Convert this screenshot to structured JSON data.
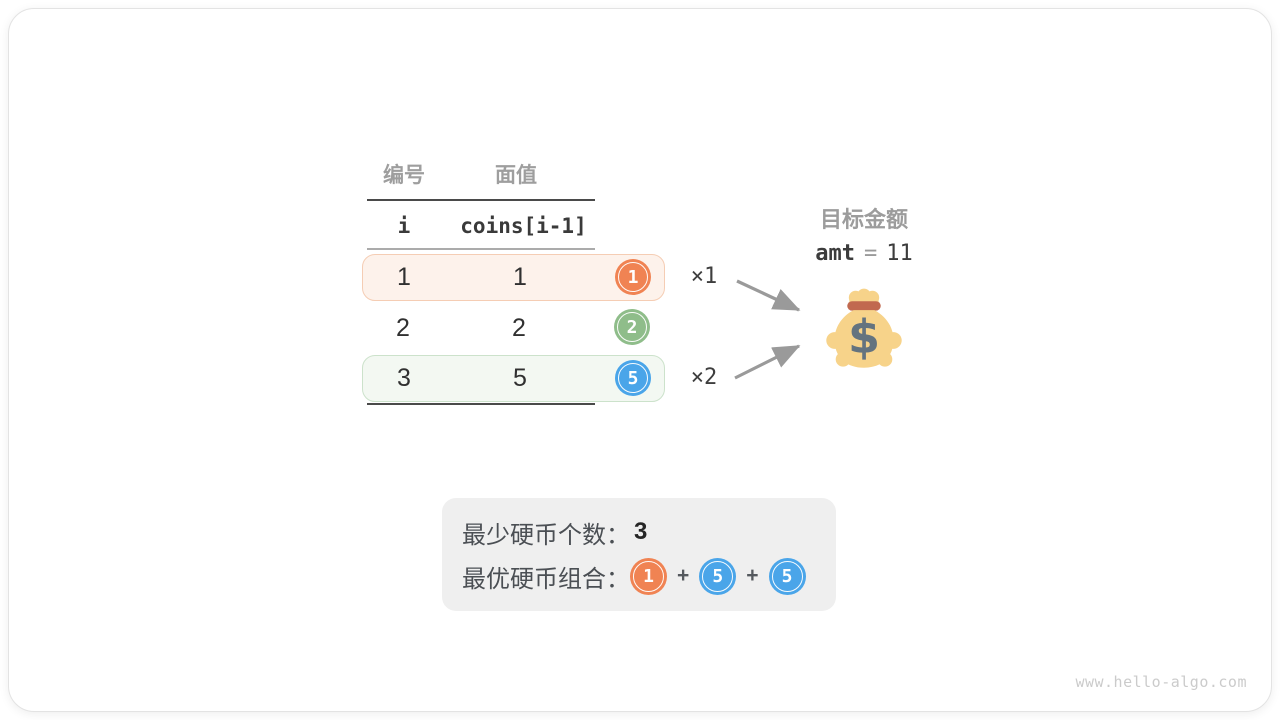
{
  "table": {
    "header_zh": {
      "col_index": "编号",
      "col_value": "面值"
    },
    "header_code": {
      "col_index": "i",
      "col_value": "coins[i-1]"
    },
    "rows": [
      {
        "i": "1",
        "value": "1",
        "coin": "1",
        "coin_color": "#f08353",
        "highlight": "orange",
        "multiplier": "×1"
      },
      {
        "i": "2",
        "value": "2",
        "coin": "2",
        "coin_color": "#8fbd8a",
        "highlight": "none",
        "multiplier": ""
      },
      {
        "i": "3",
        "value": "5",
        "coin": "5",
        "coin_color": "#4aa5e9",
        "highlight": "green",
        "multiplier": "×2"
      }
    ]
  },
  "target": {
    "title": "目标金额",
    "variable": "amt",
    "equals": "=",
    "value": "11",
    "icon": "money-bag"
  },
  "result": {
    "min_coins_label": "最少硬币个数：",
    "min_coins_value": "3",
    "combo_label": "最优硬币组合：",
    "plus": "+",
    "combination": [
      {
        "coin": "1",
        "color": "#f08353"
      },
      {
        "coin": "5",
        "color": "#4aa5e9"
      },
      {
        "coin": "5",
        "color": "#4aa5e9"
      }
    ]
  },
  "watermark": "www.hello-algo.com",
  "colors": {
    "coin_orange": "#f08353",
    "coin_green": "#8fbd8a",
    "coin_blue": "#4aa5e9",
    "row_orange_bg": "#fdf2eb",
    "row_orange_border": "#f5cdb4",
    "row_green_bg": "#f3f8f2",
    "row_green_border": "#cce2cb",
    "table_line_dark": "#4a4a4a",
    "table_line_light": "#ababab",
    "arrow": "#9a9a9a",
    "moneybag_body": "#f7d38a",
    "moneybag_band": "#c1694f",
    "moneybag_dollar": "#64737f",
    "result_box_bg": "#efefef"
  }
}
